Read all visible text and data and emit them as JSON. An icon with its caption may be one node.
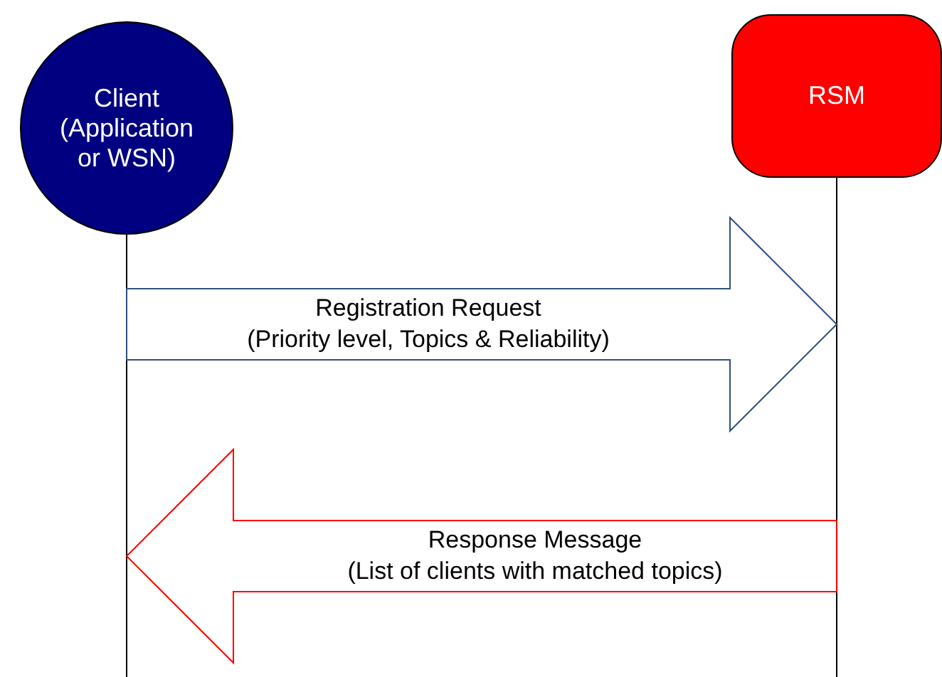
{
  "diagram": {
    "nodes": [
      {
        "text": [
          "Client (Application or WSN)"
        ]
      },
      {
        "text": [
          "RSM"
        ]
      }
    ],
    "edges": [
      {
        "from": 0,
        "to": 1,
        "arrow": "to",
        "label": "Registration Request (Priority level, Topics & Reliability)",
        "color": "#2f4f7f"
      },
      {
        "from": 1,
        "to": 0,
        "arrow": "to",
        "label": "Response Message (List of clients with matched topics)",
        "color": "#ff0000"
      }
    ]
  }
}
